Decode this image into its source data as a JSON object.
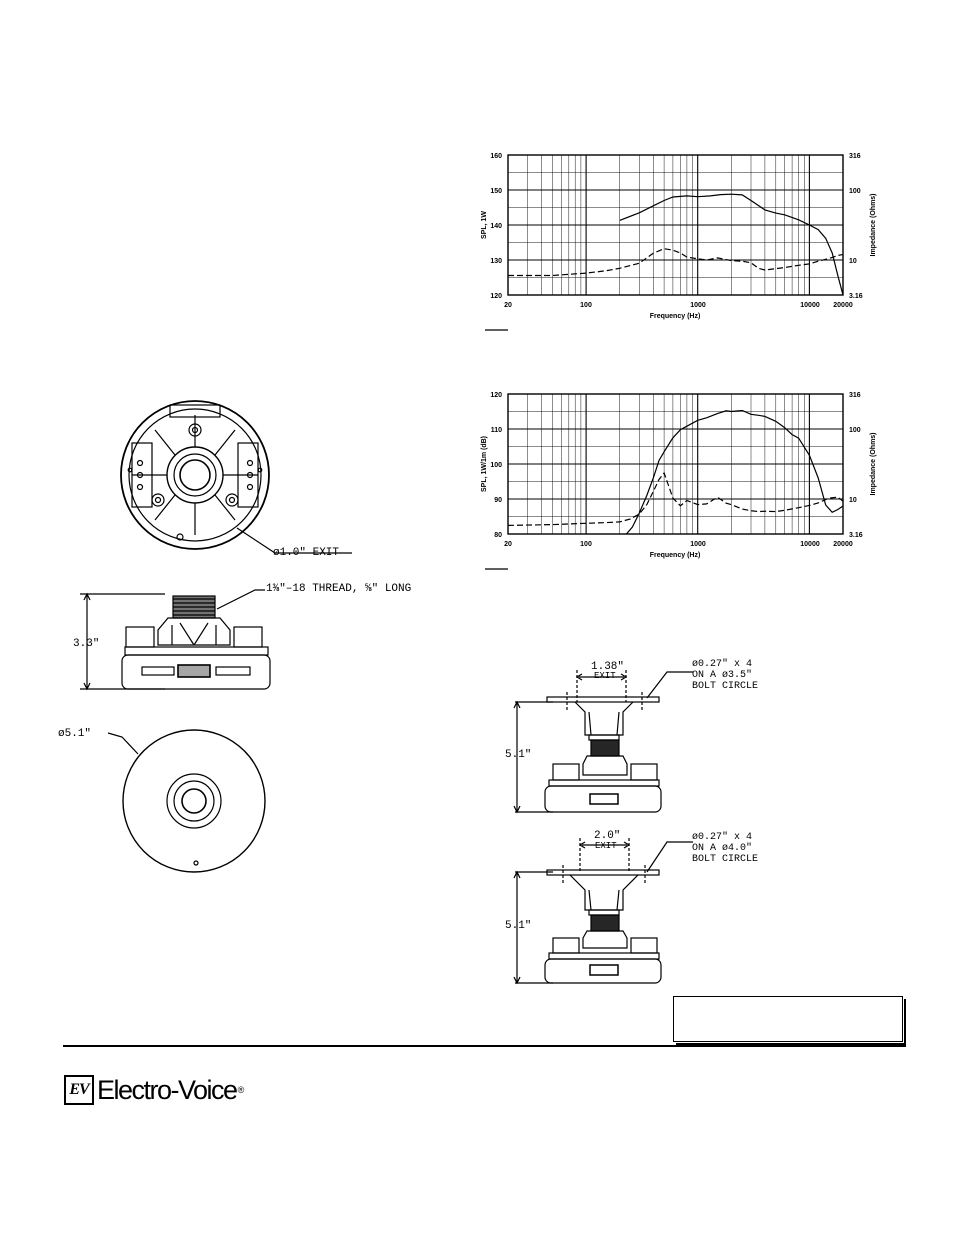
{
  "chart_data": [
    {
      "type": "line",
      "ylabel": "SPL, 1W",
      "xlabel": "Frequency (Hz)",
      "y2label": "Impedance (Ohms)",
      "xscale": "log",
      "xlim": [
        20,
        20000
      ],
      "ylim": [
        120,
        160
      ],
      "y2lim": [
        3.16,
        316
      ],
      "xticks": [
        "20",
        "100",
        "1000",
        "10000",
        "20000"
      ],
      "yticks": [
        "160",
        "150",
        "140",
        "130",
        "120"
      ],
      "y2ticks": [
        "316",
        "100",
        "10",
        "3.16"
      ],
      "grid": true,
      "series": [
        {
          "style": "solid",
          "axis": "left",
          "x": [
            200,
            300,
            400,
            500,
            600,
            800,
            1000,
            1300,
            1600,
            2000,
            2500,
            3000,
            4000,
            5000,
            6000,
            8000,
            10000,
            12000,
            14000,
            16000,
            18000,
            20000
          ],
          "y": [
            141.3,
            143.5,
            145.5,
            147,
            148,
            148.3,
            148.1,
            148.3,
            148.7,
            148.8,
            148.6,
            147,
            144.3,
            143.4,
            142.9,
            141.5,
            140,
            138.7,
            136.2,
            132,
            125.5,
            120
          ]
        },
        {
          "style": "dashed",
          "axis": "right",
          "x": [
            20,
            50,
            100,
            150,
            200,
            300,
            400,
            500,
            600,
            700,
            800,
            1000,
            1200,
            1500,
            2000,
            2500,
            3000,
            3500,
            4000,
            5000,
            6000,
            8000,
            10000,
            12000,
            15000,
            18000,
            20000
          ],
          "y": [
            6,
            6,
            6.5,
            7,
            7.6,
            9,
            12.5,
            14.5,
            13.8,
            12.6,
            11,
            10.4,
            10,
            10.7,
            9.8,
            9.6,
            9.1,
            7.6,
            7.2,
            7.5,
            7.8,
            8.4,
            8.8,
            9.6,
            10.5,
            11.6,
            12
          ]
        }
      ]
    },
    {
      "type": "line",
      "ylabel": "SPL, 1W/1m (dB)",
      "xlabel": "Frequency (Hz)",
      "y2label": "Impedance (Ohms)",
      "xscale": "log",
      "xlim": [
        20,
        20000
      ],
      "ylim": [
        80,
        120
      ],
      "y2lim": [
        3.16,
        316
      ],
      "xticks": [
        "20",
        "100",
        "1000",
        "10000",
        "20000"
      ],
      "yticks": [
        "120",
        "110",
        "100",
        "90",
        "80"
      ],
      "y2ticks": [
        "316",
        "100",
        "10",
        "3.16"
      ],
      "grid": true,
      "series": [
        {
          "style": "solid",
          "axis": "left",
          "x": [
            230,
            260,
            300,
            350,
            400,
            450,
            500,
            600,
            700,
            800,
            1000,
            1200,
            1500,
            1800,
            2000,
            2500,
            3000,
            3500,
            4000,
            5000,
            6000,
            7000,
            8000,
            10000,
            12000,
            14000,
            16000,
            18000,
            20000
          ],
          "y": [
            80,
            82,
            86,
            91,
            96,
            101,
            103.5,
            107.5,
            109.8,
            110.8,
            112.5,
            113.2,
            114.4,
            115.2,
            115,
            115.3,
            114.2,
            113.9,
            113.6,
            112.2,
            110.4,
            108.4,
            107.4,
            102.5,
            96,
            88.3,
            86.2,
            87,
            88
          ]
        },
        {
          "style": "dashed",
          "axis": "right",
          "x": [
            20,
            50,
            100,
            150,
            200,
            250,
            300,
            350,
            400,
            450,
            500,
            600,
            700,
            800,
            1000,
            1200,
            1500,
            1800,
            2000,
            2500,
            3000,
            3500,
            4000,
            5000,
            6000,
            8000,
            10000,
            12000,
            15000,
            18000,
            20000
          ],
          "y": [
            4.2,
            4.3,
            4.5,
            4.6,
            4.7,
            5.2,
            6.1,
            8.3,
            12.8,
            19,
            23.5,
            10.3,
            8,
            9.5,
            8.3,
            8.5,
            10.6,
            8.7,
            8.3,
            7.2,
            6.8,
            6.6,
            6.7,
            6.6,
            6.9,
            7.5,
            8.1,
            8.8,
            10.3,
            10.6,
            9.3
          ]
        }
      ]
    }
  ],
  "chart_ticks": {
    "x": [
      {
        "label": "20",
        "value": 20
      },
      {
        "label": "100",
        "value": 100
      },
      {
        "label": "1000",
        "value": 1000
      },
      {
        "label": "10000",
        "value": 10000
      },
      {
        "label": "20000",
        "value": 20000
      }
    ],
    "top_left": [
      "160",
      "150",
      "140",
      "130",
      "120"
    ],
    "top_right": [
      "316",
      "100",
      "10",
      "3.16"
    ],
    "bottom_left": [
      "120",
      "110",
      "100",
      "90",
      "80"
    ],
    "bottom_right": [
      "316",
      "100",
      "10",
      "3.16"
    ]
  },
  "drawings": {
    "exit_label": "ø1.0\" EXIT",
    "thread_label": "1⅜\"–18 THREAD, ⅝\" LONG",
    "height_label": "3.3\"",
    "diameter_label": "ø5.1\"",
    "horn1_exit": "1.38\"",
    "horn1_exit_word": "EXIT",
    "horn1_bolt": [
      "ø0.27\" x 4",
      "ON A ø3.5\"",
      "BOLT CIRCLE"
    ],
    "horn1_height": "5.1\"",
    "horn2_exit": "2.0\"",
    "horn2_exit_word": "EXIT",
    "horn2_bolt": [
      "ø0.27\" x 4",
      "ON A ø4.0\"",
      "BOLT CIRCLE"
    ],
    "horn2_height": "5.1\""
  },
  "logo": {
    "mark": "EV",
    "name": "Electro-Voice",
    "registered": "®"
  }
}
